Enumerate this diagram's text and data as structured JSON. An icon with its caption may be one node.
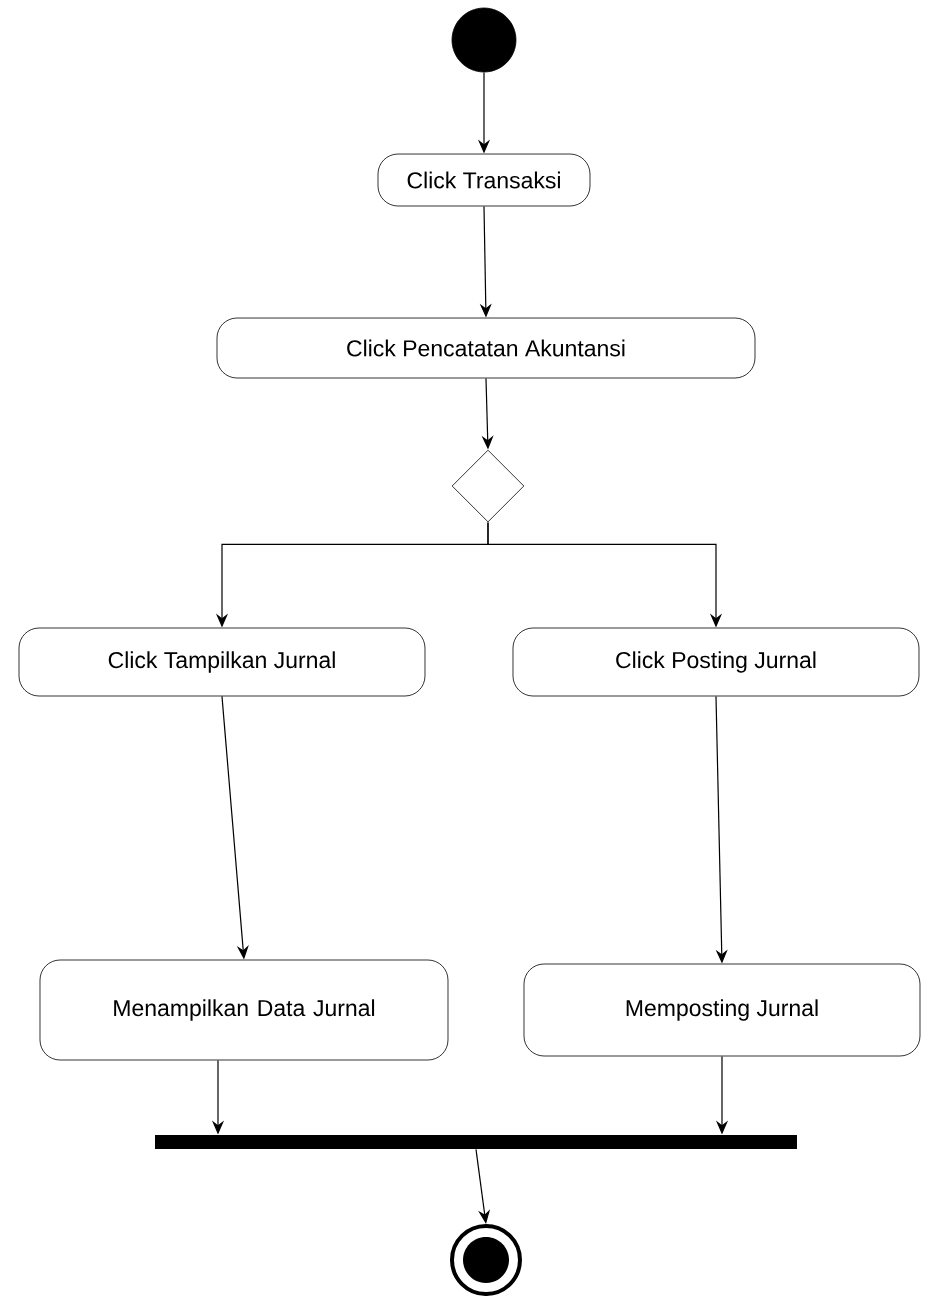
{
  "diagram": {
    "nodes": [
      {
        "text": [],
        "shape": "circle"
      },
      {
        "text": [
          "Click Transaksi"
        ]
      },
      {
        "text": [
          "Click Pencatatan Akuntansi"
        ]
      },
      {
        "text": [],
        "shape": "diamond"
      },
      {
        "text": [
          "Click Tampilkan Jurnal"
        ]
      },
      {
        "text": [
          "Click Posting Jurnal"
        ]
      },
      {
        "text": [
          "Menampilkan Data Jurnal"
        ]
      },
      {
        "text": [
          "Memposting Jurnal"
        ]
      },
      {
        "text": [],
        "shape": "bar"
      },
      {
        "text": [],
        "shape": "bullseye"
      }
    ],
    "edges": [
      {
        "from": 0,
        "to": 1,
        "arrow": "to"
      },
      {
        "from": 1,
        "to": 2,
        "arrow": "to"
      },
      {
        "from": 2,
        "to": 3,
        "arrow": "to"
      },
      {
        "from": 3,
        "to": 4,
        "arrow": "to"
      },
      {
        "from": 3,
        "to": 5,
        "arrow": "to"
      },
      {
        "from": 4,
        "to": 6,
        "arrow": "to"
      },
      {
        "from": 5,
        "to": 7,
        "arrow": "to"
      },
      {
        "from": 6,
        "to": 8,
        "arrow": "to"
      },
      {
        "from": 7,
        "to": 8,
        "arrow": "to"
      },
      {
        "from": 8,
        "to": 9,
        "arrow": "to"
      }
    ]
  }
}
